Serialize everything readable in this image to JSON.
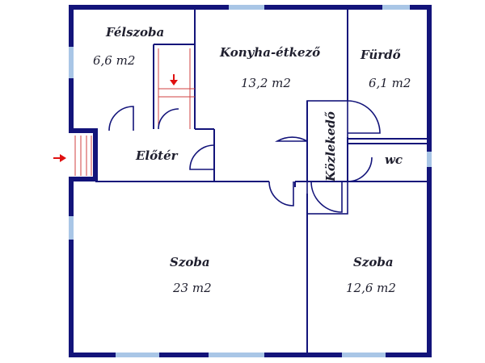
{
  "colors": {
    "wall": "#13147a",
    "window": "#a9c6e6",
    "stair": "#d04040",
    "arrow": "#e01010",
    "text": "#1f1f2e"
  },
  "rooms": {
    "felszoba": {
      "name": "Félszoba",
      "area": "6,6 m2"
    },
    "konyha": {
      "name": "Konyha-étkező",
      "area": "13,2 m2"
    },
    "furdo": {
      "name": "Fürdő",
      "area": "6,1 m2"
    },
    "eloter": {
      "name": "Előtér"
    },
    "kozlekedo": {
      "name": "Közlekedő"
    },
    "wc": {
      "name": "wc"
    },
    "szoba_big": {
      "name": "Szoba",
      "area": "23 m2"
    },
    "szoba_small": {
      "name": "Szoba",
      "area": "12,6 m2"
    }
  }
}
